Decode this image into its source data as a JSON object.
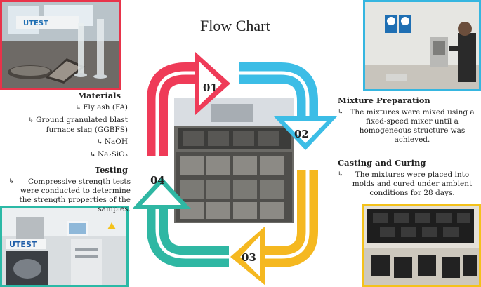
{
  "title": "Flow Chart",
  "steps": [
    {
      "number": "01",
      "color": "#ef3b58"
    },
    {
      "number": "02",
      "color": "#3cbde6"
    },
    {
      "number": "03",
      "color": "#f5b820"
    },
    {
      "number": "04",
      "color": "#2fb7a3"
    }
  ],
  "materials": {
    "heading": "Materials",
    "items": [
      "Fly ash (FA)",
      "Ground granulated blast furnace slag (GGBFS)",
      "NaOH",
      "Na₂SiO₃"
    ]
  },
  "mixture": {
    "heading": "Mixture Preparation",
    "text": "The mixtures were mixed using a fixed-speed mixer until a homogeneous structure was achieved."
  },
  "casting": {
    "heading": "Casting and Curing",
    "text": "The mixtures were placed into molds and cured under ambient conditions for 28 days."
  },
  "testing": {
    "heading": "Testing",
    "text": "Compressive strength tests were conducted to determine the strength properties of the samples."
  },
  "photo_labels": {
    "brand_top": "UTEST",
    "brand_bottom": "UTEST"
  },
  "bullet_glyph": "↳"
}
